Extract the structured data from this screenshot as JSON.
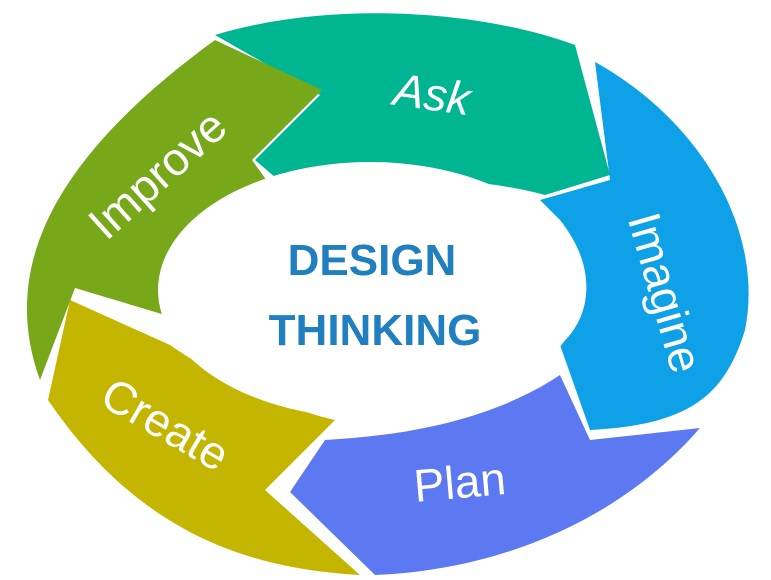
{
  "center": {
    "line1": "DESIGN",
    "line2": "THINKING"
  },
  "stages": [
    {
      "label": "Ask",
      "color": "#00b591"
    },
    {
      "label": "Imagine",
      "color": "#0ea1e8"
    },
    {
      "label": "Plan",
      "color": "#5d79f1"
    },
    {
      "label": "Create",
      "color": "#c4b600"
    },
    {
      "label": "Improve",
      "color": "#77a81a"
    }
  ],
  "colors": {
    "center_text": "#1f7fbf",
    "background": "#ffffff"
  }
}
